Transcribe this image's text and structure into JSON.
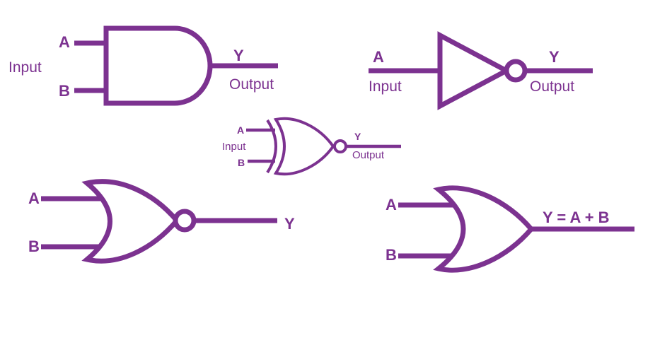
{
  "colors": {
    "stroke": "#7C3290",
    "text": "#7C3290"
  },
  "and_gate": {
    "gate": "AND",
    "input_a": "A",
    "input_b": "B",
    "inputs_label": "Input",
    "output": "Y",
    "output_label": "Output"
  },
  "not_gate": {
    "gate": "NOT",
    "input_a": "A",
    "inputs_label": "Input",
    "output": "Y",
    "output_label": "Output"
  },
  "xnor_gate": {
    "gate": "XNOR",
    "input_a": "A",
    "input_b": "B",
    "inputs_label": "Input",
    "output": "Y",
    "output_label": "Output"
  },
  "nor_gate": {
    "gate": "NOR",
    "input_a": "A",
    "input_b": "B",
    "output": "Y"
  },
  "or_gate": {
    "gate": "OR",
    "input_a": "A",
    "input_b": "B",
    "output_expression": "Y = A + B"
  }
}
